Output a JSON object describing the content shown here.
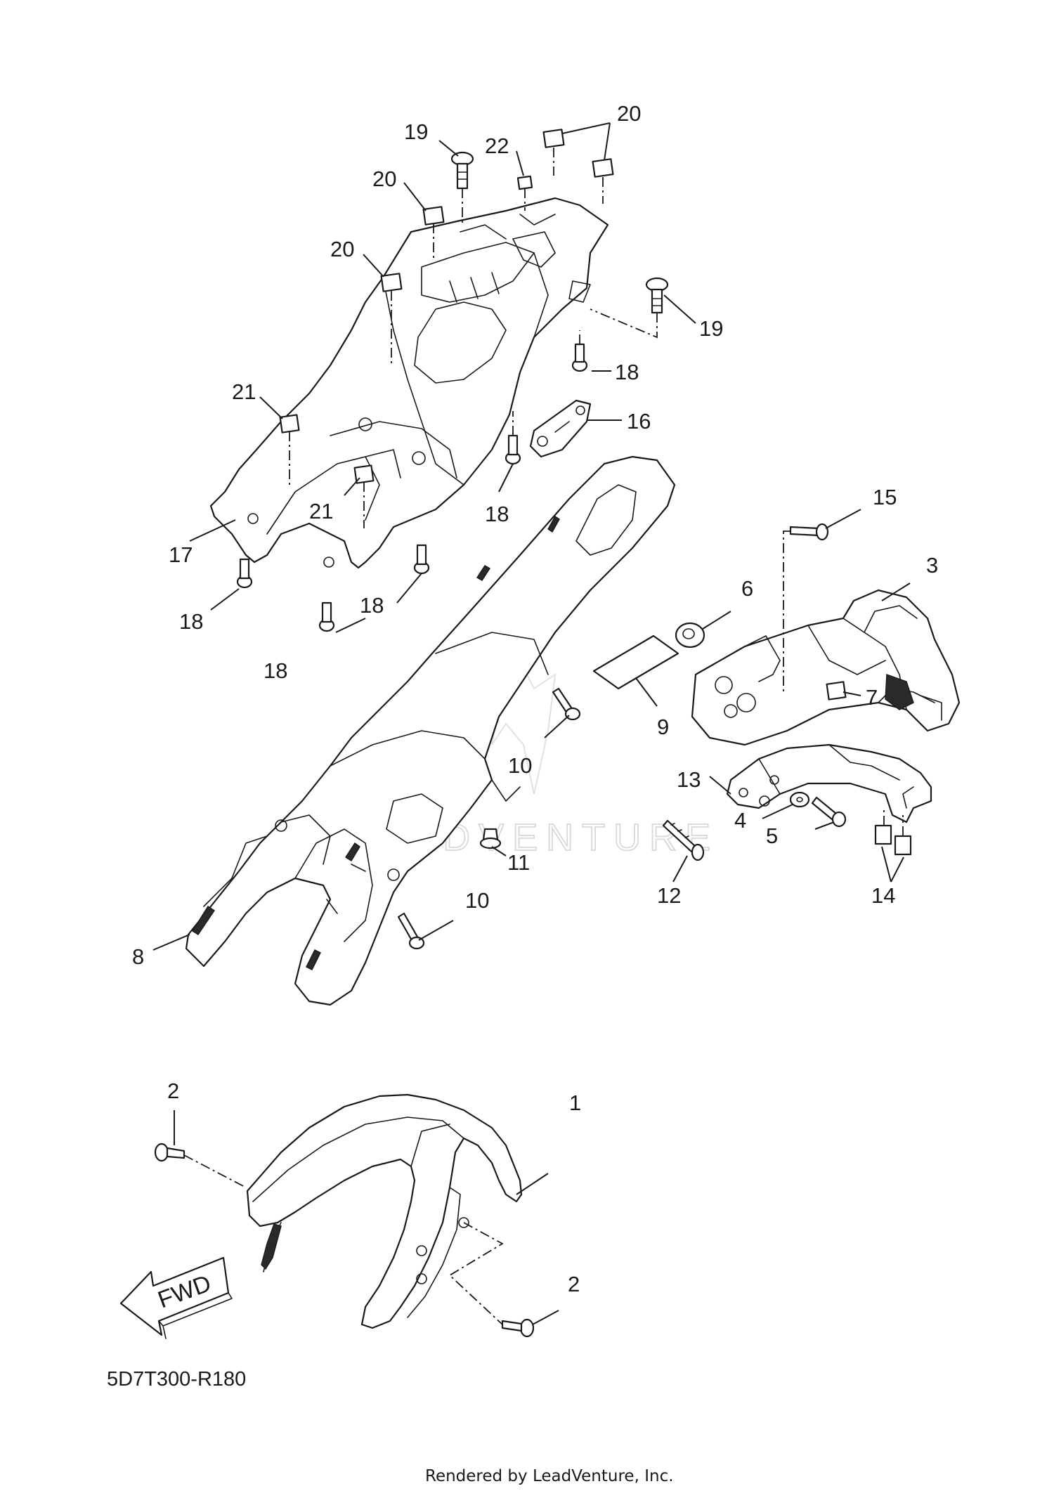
{
  "watermark_text": "LEADVENTURE",
  "drawing_code": "5D7T300-R180",
  "footer": "Rendered by LeadVenture, Inc.",
  "fwd_label": "FWD",
  "callouts": [
    "19",
    "22",
    "20",
    "20",
    "20",
    "19",
    "18",
    "21",
    "16",
    "21",
    "18",
    "17",
    "18",
    "18",
    "18",
    "15",
    "3",
    "6",
    "7",
    "9",
    "10",
    "13",
    "4",
    "5",
    "11",
    "12",
    "14",
    "10",
    "8",
    "2",
    "1",
    "2"
  ]
}
